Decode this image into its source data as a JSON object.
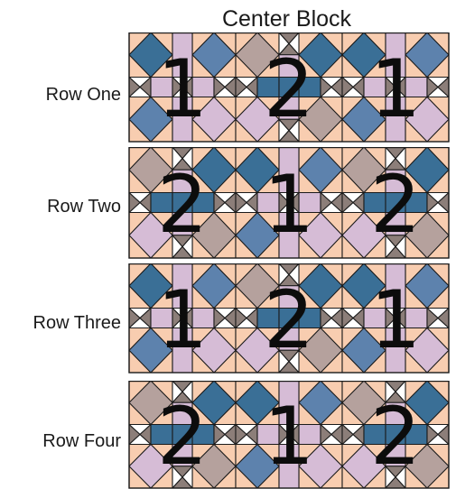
{
  "title": "Center Block",
  "colors": {
    "peach": "#f8cdb0",
    "lavender": "#d6bcd6",
    "blue": "#5d82ad",
    "teal": "#3a6f96",
    "mauve": "#b5a19d",
    "taupe": "#8c7e79",
    "white": "#ffffff",
    "outline": "#1a1a1a"
  },
  "rows": [
    {
      "label": "Row One",
      "numbers": [
        "1",
        "2",
        "1"
      ],
      "block_types": [
        "B",
        "A",
        "B"
      ]
    },
    {
      "label": "Row Two",
      "numbers": [
        "2",
        "1",
        "2"
      ],
      "block_types": [
        "A",
        "B",
        "A"
      ]
    },
    {
      "label": "Row Three",
      "numbers": [
        "1",
        "2",
        "1"
      ],
      "block_types": [
        "B",
        "A",
        "B"
      ]
    },
    {
      "label": "Row Four",
      "numbers": [
        "2",
        "1",
        "2"
      ],
      "block_types": [
        "A",
        "B",
        "A"
      ]
    }
  ]
}
